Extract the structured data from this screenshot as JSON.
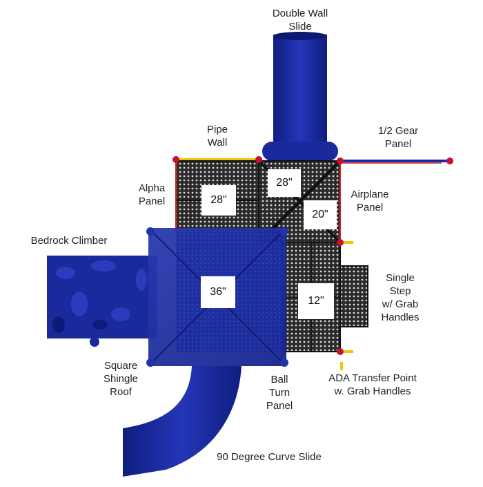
{
  "components": {
    "double_wall_slide": [
      "Double Wall",
      "Slide"
    ],
    "pipe_wall": [
      "Pipe",
      "Wall"
    ],
    "gear_panel": [
      "1/2 Gear",
      "Panel"
    ],
    "alpha_panel": [
      "Alpha",
      "Panel"
    ],
    "airplane_panel": [
      "Airplane",
      "Panel"
    ],
    "bedrock_climber": [
      "Bedrock Climber"
    ],
    "single_step": [
      "Single",
      "Step",
      "w/ Grab",
      "Handles"
    ],
    "square_shingle_roof": [
      "Square",
      "Shingle",
      "Roof"
    ],
    "ball_turn_panel": [
      "Ball",
      "Turn",
      "Panel"
    ],
    "ada_transfer_point": [
      "ADA Transfer Point",
      "w. Grab Handles"
    ],
    "curve_slide": [
      "90 Degree Curve Slide"
    ]
  },
  "deck_heights": {
    "alpha_deck": "28\"",
    "slide_deck": "28\"",
    "airplane_deck": "20\"",
    "roof_deck": "36\"",
    "step_deck": "12\""
  },
  "colors": {
    "structure_blue": "#1a2a9c",
    "deck_fill": "#2a2a2a",
    "post_red": "#c8102e",
    "handle_yellow": "#f2c500",
    "panel_red": "#d32020"
  }
}
